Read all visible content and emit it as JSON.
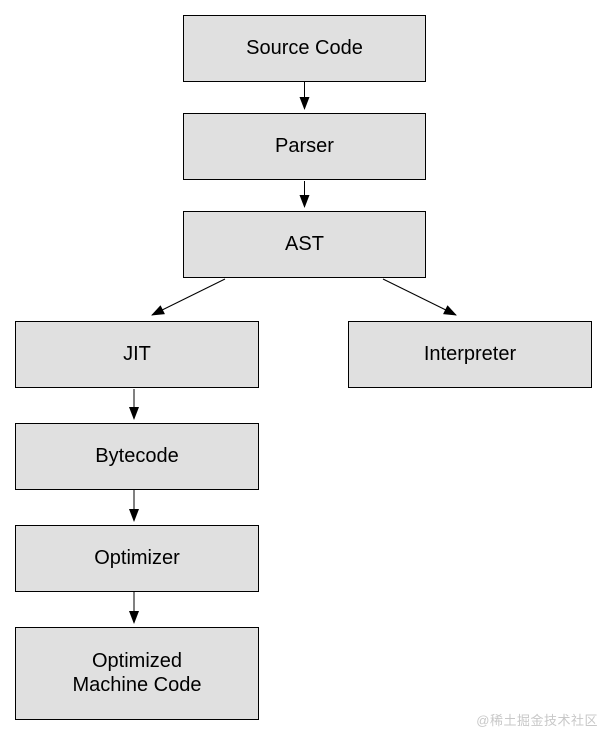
{
  "diagram": {
    "type": "flowchart",
    "nodes": [
      {
        "id": "source-code",
        "label": "Source Code"
      },
      {
        "id": "parser",
        "label": "Parser"
      },
      {
        "id": "ast",
        "label": "AST"
      },
      {
        "id": "jit",
        "label": "JIT"
      },
      {
        "id": "interpreter",
        "label": "Interpreter"
      },
      {
        "id": "bytecode",
        "label": "Bytecode"
      },
      {
        "id": "optimizer",
        "label": "Optimizer"
      },
      {
        "id": "optimized-machine-code",
        "label": "Optimized Machine Code"
      }
    ],
    "edges": [
      {
        "from": "source-code",
        "to": "parser"
      },
      {
        "from": "parser",
        "to": "ast"
      },
      {
        "from": "ast",
        "to": "jit"
      },
      {
        "from": "ast",
        "to": "interpreter"
      },
      {
        "from": "jit",
        "to": "bytecode"
      },
      {
        "from": "bytecode",
        "to": "optimizer"
      },
      {
        "from": "optimizer",
        "to": "optimized-machine-code"
      }
    ],
    "colors": {
      "node_fill": "#e0e0e0",
      "node_border": "#000000",
      "arrow": "#000000",
      "background": "#ffffff",
      "text": "#000000"
    }
  },
  "watermark": {
    "text": "@稀土掘金技术社区",
    "color": "#c8c8c8"
  }
}
